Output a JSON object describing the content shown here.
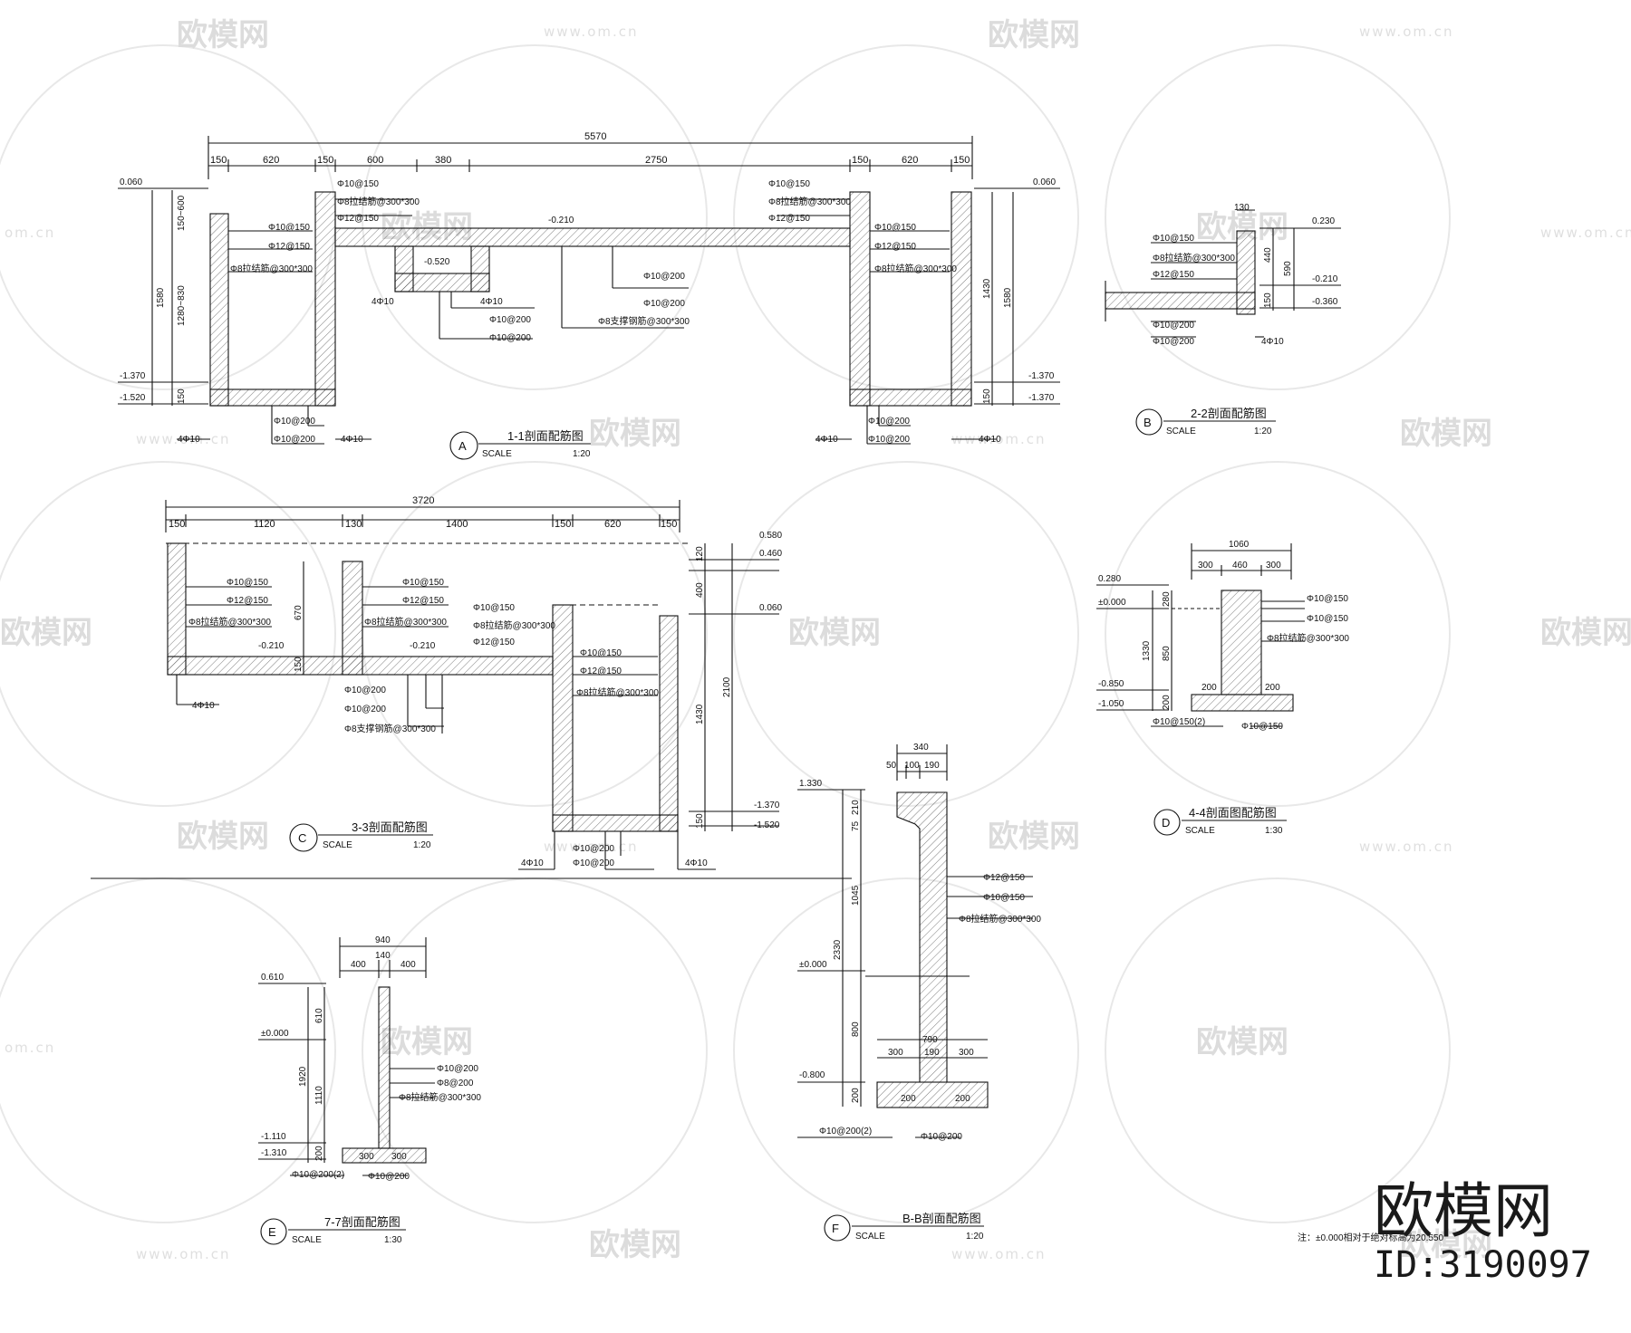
{
  "watermark": {
    "text": "欧模网",
    "url": "www.om.cn",
    "url_short": "om.cn"
  },
  "brand": {
    "name": "欧模网",
    "id": "ID:3190097"
  },
  "note": "注：±0.000相对于绝对标高为20.550",
  "sections": {
    "A": {
      "marker": "A",
      "title": "1-1剖面配筋图",
      "scale_word": "SCALE",
      "scale": "1:20",
      "dims_top": [
        "5570",
        "150",
        "620",
        "150",
        "600",
        "380",
        "2750",
        "150",
        "620",
        "150"
      ],
      "dims_left": [
        "150~600",
        "1280~830",
        "150",
        "1580"
      ],
      "dims_right": [
        "1430",
        "1580",
        "150"
      ],
      "levels": [
        "0.060",
        "-1.370",
        "-1.520",
        "-0.210",
        "-0.520",
        "0.060",
        "-1.370",
        "-1.370"
      ],
      "rebar": [
        "Φ10@150",
        "Φ8拉结筋@300*300",
        "Φ12@150",
        "Φ10@150",
        "Φ12@150",
        "Φ8拉结筋@300*300",
        "Φ10@150",
        "Φ8拉结筋@300*300",
        "Φ12@150",
        "Φ10@150",
        "Φ12@150",
        "Φ8拉结筋@300*300",
        "4Φ10",
        "4Φ10",
        "Φ10@200",
        "Φ10@200",
        "Φ10@200",
        "Φ10@200",
        "Φ8支撑钢筋@300*300",
        "Φ10@200",
        "Φ10@200",
        "4Φ10",
        "4Φ10",
        "Φ10@200",
        "Φ10@200",
        "4Φ10",
        "4Φ10",
        "150",
        "150"
      ]
    },
    "B": {
      "marker": "B",
      "title": "2-2剖面配筋图",
      "scale_word": "SCALE",
      "scale": "1:20",
      "dims": [
        "130",
        "440",
        "590",
        "150"
      ],
      "levels": [
        "0.230",
        "-0.210",
        "-0.360"
      ],
      "rebar": [
        "Φ10@150",
        "Φ8拉结筋@300*300",
        "Φ12@150",
        "Φ10@200",
        "Φ10@200",
        "4Φ10"
      ]
    },
    "C": {
      "marker": "C",
      "title": "3-3剖面配筋图",
      "scale_word": "SCALE",
      "scale": "1:20",
      "dims_top": [
        "3720",
        "150",
        "1120",
        "130",
        "1400",
        "150",
        "620",
        "150"
      ],
      "dims_right": [
        "120",
        "400",
        "2100",
        "1430",
        "150"
      ],
      "dims_mid": [
        "670",
        "150"
      ],
      "levels": [
        "0.580",
        "0.460",
        "0.060",
        "-1.370",
        "-1.520",
        "-0.210",
        "-0.210"
      ],
      "rebar": [
        "Φ10@150",
        "Φ12@150",
        "Φ8拉结筋@300*300",
        "Φ10@150",
        "Φ12@150",
        "Φ8拉结筋@300*300",
        "Φ10@150",
        "Φ8拉结筋@300*300",
        "Φ12@150",
        "Φ10@150",
        "Φ12@150",
        "Φ8拉结筋@300*300",
        "4Φ10",
        "Φ10@200",
        "Φ10@200",
        "Φ8支撑钢筋@300*300",
        "4Φ10",
        "Φ10@200",
        "Φ10@200",
        "4Φ10"
      ]
    },
    "D": {
      "marker": "D",
      "title": "4-4剖面图配筋图",
      "scale_word": "SCALE",
      "scale": "1:30",
      "dims": [
        "1060",
        "300",
        "460",
        "300",
        "280",
        "850",
        "1330",
        "200",
        "200",
        "200"
      ],
      "levels": [
        "0.280",
        "±0.000",
        "-0.850",
        "-1.050"
      ],
      "rebar": [
        "Φ10@150",
        "Φ10@150",
        "Φ8拉结筋@300*300",
        "Φ10@150(2)",
        "Φ10@150"
      ]
    },
    "E": {
      "marker": "E",
      "title": "7-7剖面配筋图",
      "scale_word": "SCALE",
      "scale": "1:30",
      "dims": [
        "940",
        "400",
        "140",
        "400",
        "610",
        "1920",
        "1110",
        "200",
        "300",
        "300"
      ],
      "levels": [
        "0.610",
        "±0.000",
        "-1.110",
        "-1.310"
      ],
      "rebar": [
        "Φ10@200",
        "Φ8@200",
        "Φ8拉结筋@300*300",
        "Φ10@200(2)",
        "Φ10@200"
      ]
    },
    "F": {
      "marker": "F",
      "title": "B-B剖面配筋图",
      "scale_word": "SCALE",
      "scale": "1:20",
      "dims": [
        "340",
        "50",
        "100",
        "190",
        "210",
        "75",
        "1045",
        "2330",
        "800",
        "200",
        "790",
        "300",
        "190",
        "300",
        "200",
        "200"
      ],
      "levels": [
        "1.330",
        "±0.000",
        "-0.800"
      ],
      "rebar": [
        "Φ12@150",
        "Φ10@150",
        "Φ8拉结筋@300*300",
        "Φ10@200(2)",
        "Φ10@200"
      ]
    }
  }
}
